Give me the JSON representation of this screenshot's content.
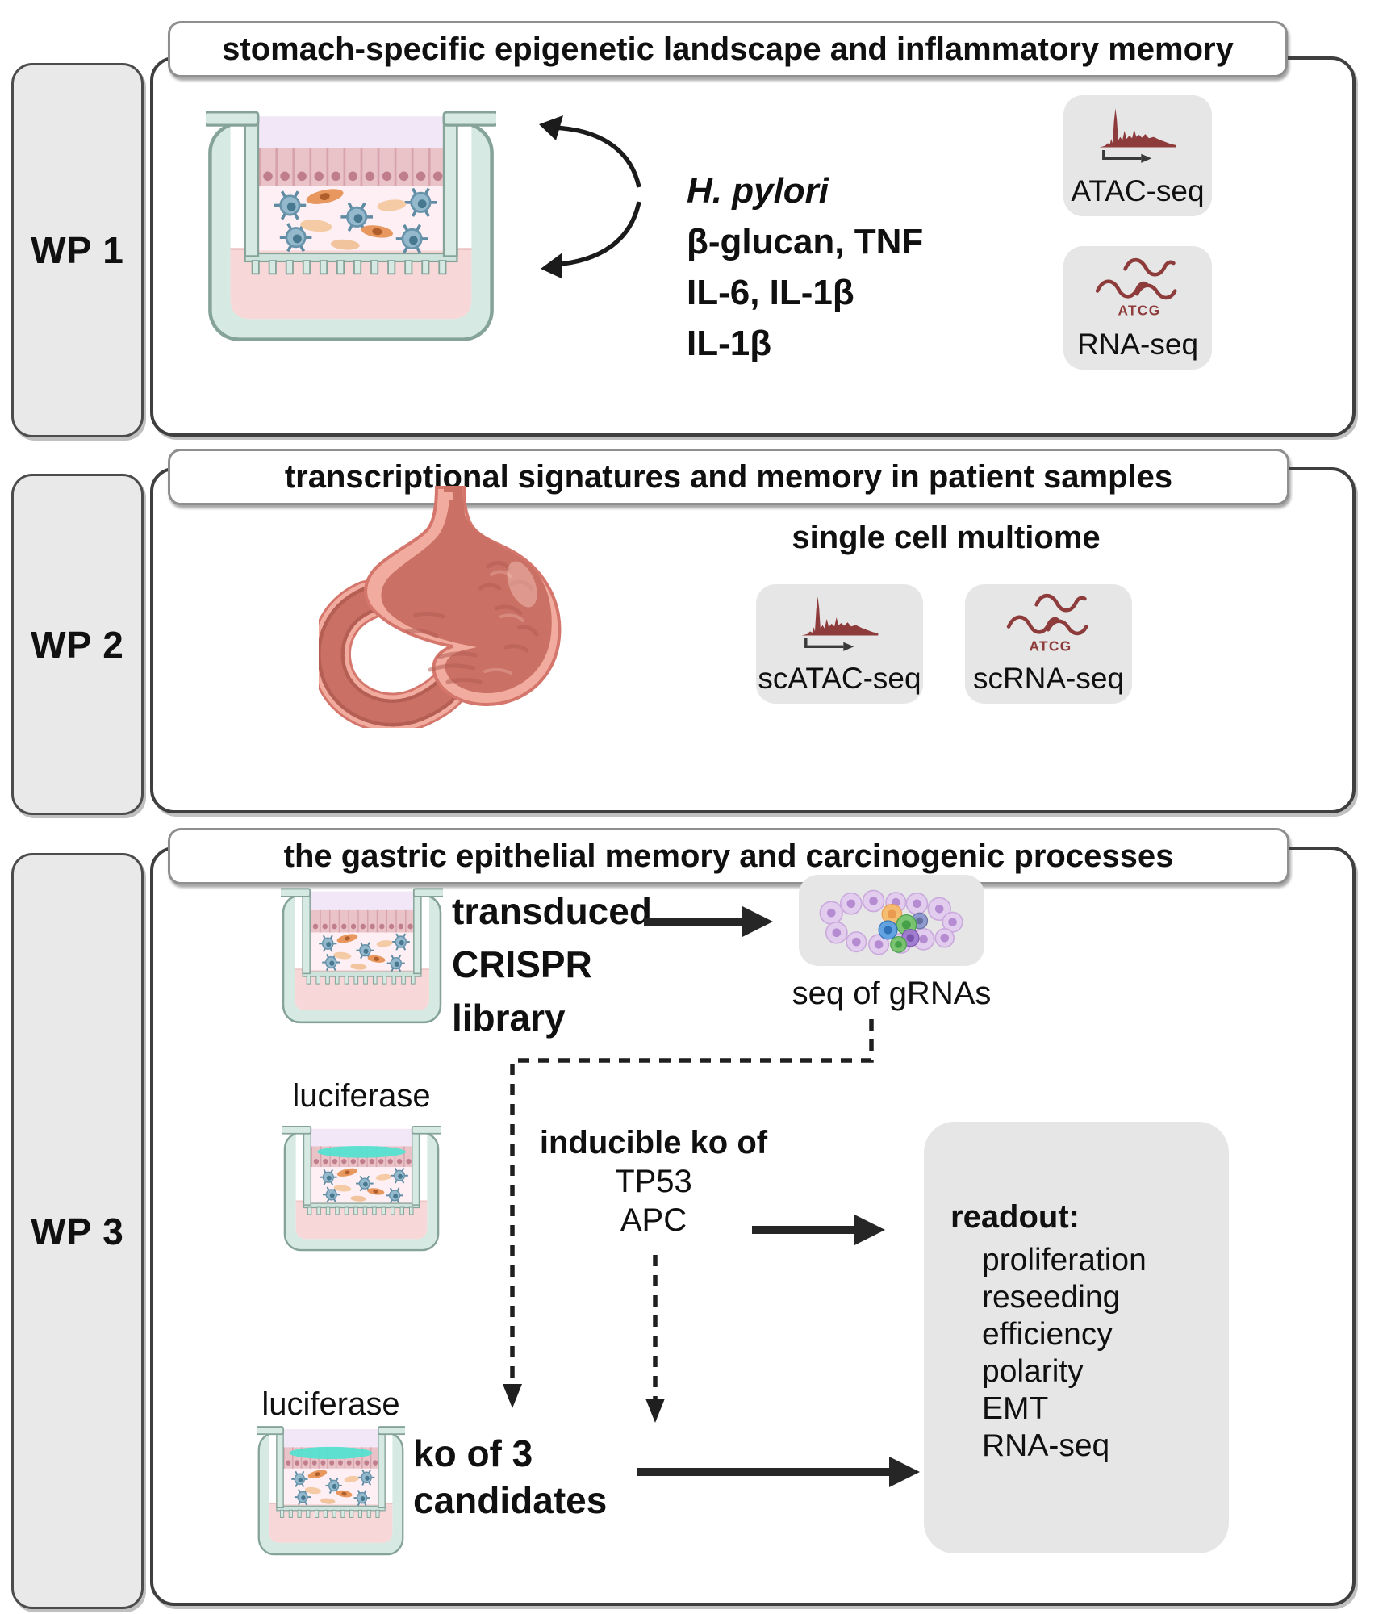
{
  "sections": [
    {
      "tab": "WP 1",
      "title": "stomach-specific epigenetic landscape and inflammatory memory"
    },
    {
      "tab": "WP 2",
      "title": "transcriptional signatures and memory in patient samples"
    },
    {
      "tab": "WP 3",
      "title": "the gastric epithelial memory and carcinogenic processes"
    }
  ],
  "wp1": {
    "stimuli": [
      "H. pylori",
      "β-glucan, TNF",
      "IL-6, IL-1β",
      "IL-1β"
    ],
    "assays": [
      {
        "label": "ATAC-seq",
        "icon": "atac-peaks-icon"
      },
      {
        "label": "RNA-seq",
        "icon": "rna-waves-icon",
        "icon_text": "ATCG"
      }
    ]
  },
  "wp2": {
    "heading": "single cell multiome",
    "assays": [
      {
        "label": "scATAC-seq",
        "icon": "atac-peaks-icon"
      },
      {
        "label": "scRNA-seq",
        "icon": "rna-waves-icon",
        "icon_text": "ATCG"
      }
    ]
  },
  "wp3": {
    "crispr_lines": [
      "transduced",
      "CRISPR",
      "library"
    ],
    "seq_label": "seq of gRNAs",
    "luciferase_top": "luciferase",
    "luciferase_bottom": "luciferase",
    "inducible_heading": "inducible ko of",
    "targets": [
      "TP53",
      "APC"
    ],
    "ko_lines": [
      "ko of 3",
      "candidates"
    ],
    "readout_heading": "readout:",
    "readout_items": [
      "proliferation",
      "reseeding",
      "efficiency",
      "polarity",
      "EMT",
      "RNA-seq"
    ]
  },
  "colors": {
    "accent_red": "#8e3b3b",
    "luciferase_cyan": "#4fe3d2",
    "icon_box_gray": "#e6e6e6",
    "panel_border": "#3f3f3f",
    "tab_gray": "#e9e9e9",
    "media_pink": "#f7d7d7",
    "vessel_mint": "#d6eae3",
    "stomach_salmon": "#f2ac9f"
  }
}
